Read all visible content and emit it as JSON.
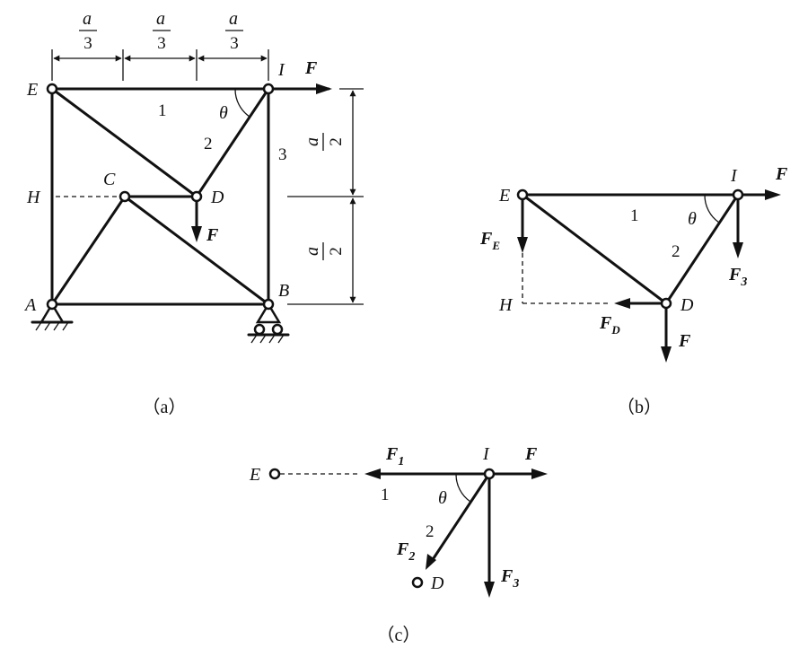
{
  "fig_a": {
    "nodes": {
      "E": "E",
      "I": "I",
      "H": "H",
      "C": "C",
      "D": "D",
      "A": "A",
      "B": "B"
    },
    "members": {
      "m1": "1",
      "m2": "2",
      "m3": "3"
    },
    "angle": "θ",
    "force": "F",
    "dim_num": "a",
    "dim_den3": "3",
    "dim_den2": "2",
    "caption": "（a）"
  },
  "fig_b": {
    "nodes": {
      "E": "E",
      "I": "I",
      "H": "H",
      "D": "D"
    },
    "members": {
      "m1": "1",
      "m2": "2"
    },
    "angle": "θ",
    "F": "F",
    "F_base": "F",
    "FE_sub": "E",
    "FD_sub": "D",
    "F3_sub": "3",
    "caption": "（b）"
  },
  "fig_c": {
    "nodes": {
      "E": "E",
      "I": "I",
      "D": "D"
    },
    "members": {
      "m1": "1",
      "m2": "2"
    },
    "angle": "θ",
    "F": "F",
    "F_base": "F",
    "F1_sub": "1",
    "F2_sub": "2",
    "F3_sub": "3",
    "caption": "（c）"
  }
}
